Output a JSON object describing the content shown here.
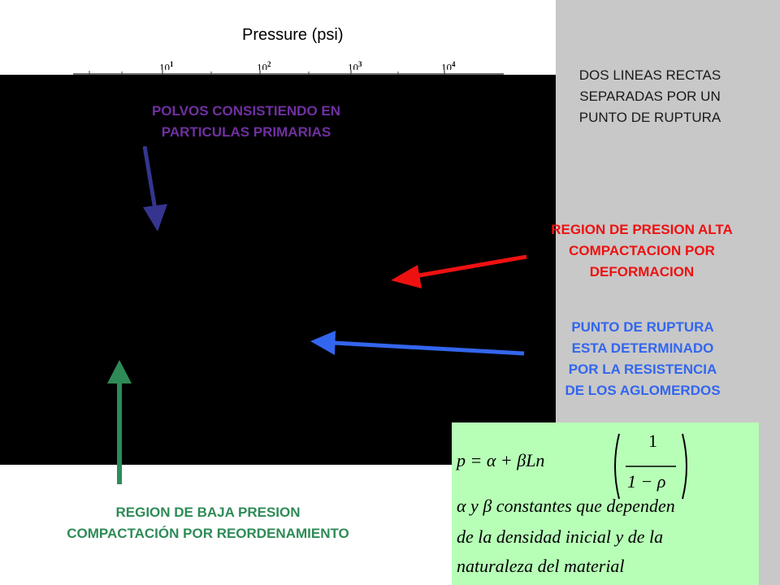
{
  "axis": {
    "title": "Pressure (psi)",
    "ticks": [
      {
        "base": "10",
        "exp": "1"
      },
      {
        "base": "10",
        "exp": "2"
      },
      {
        "base": "10",
        "exp": "3"
      },
      {
        "base": "10",
        "exp": "4"
      }
    ]
  },
  "description": {
    "lines": [
      "DOS LINEAS RECTAS",
      "SEPARADAS POR UN",
      "PUNTO DE RUPTURA"
    ]
  },
  "labels": {
    "primary_particles": [
      "POLVOS CONSISTIENDO EN",
      "PARTICULAS PRIMARIAS"
    ],
    "high_pressure": [
      "REGION DE PRESION ALTA",
      "COMPACTACION POR",
      "DEFORMACION"
    ],
    "break_point": [
      "PUNTO DE RUPTURA",
      "ESTA DETERMINADO",
      "POR LA RESISTENCIA",
      "DE LOS AGLOMERDOS"
    ],
    "low_pressure": [
      "REGION DE BAJA PRESION",
      "COMPACTACIÓN POR REORDENAMIENTO"
    ]
  },
  "formula": {
    "equation_lhs": "p = α + βLn",
    "fraction_numerator": "1",
    "fraction_denominator": "1 − ρ",
    "line2": "α  y  β  constantes que dependen",
    "line3": "de la densidad inicial y de la",
    "line4": "naturaleza del material"
  },
  "colors": {
    "primary_particles": "#7030a0",
    "high_pressure": "#ee1111",
    "break_point": "#3366ee",
    "low_pressure": "#2e8b57",
    "formula_bg": "#b7ffb7"
  }
}
